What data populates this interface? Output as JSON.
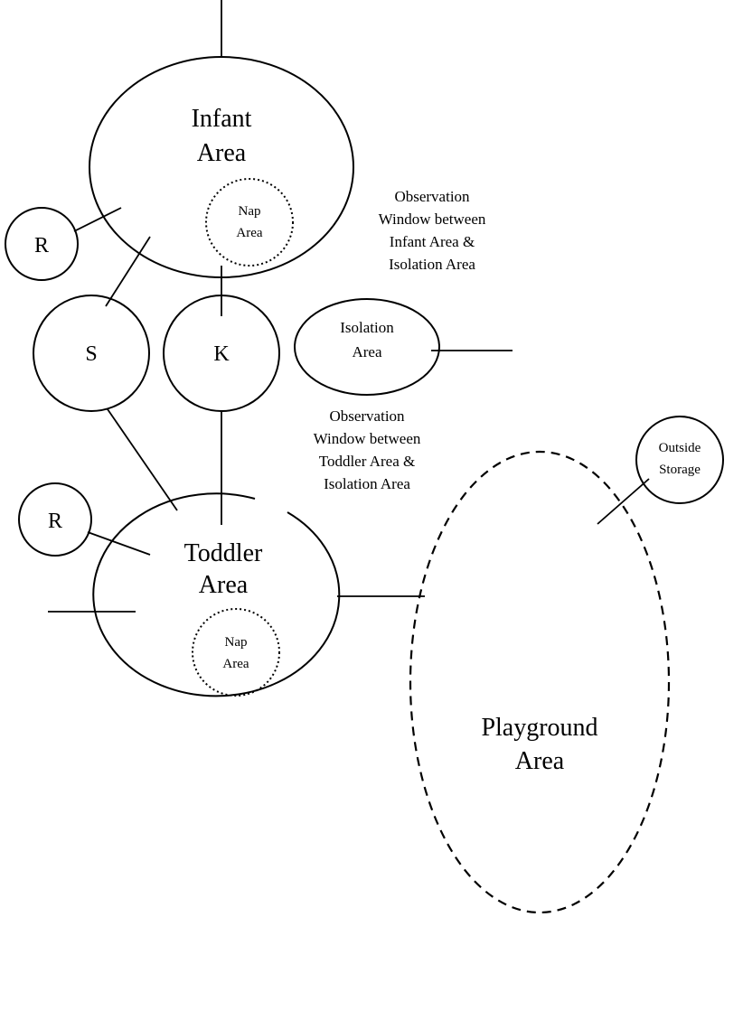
{
  "diagram": {
    "infant_area": {
      "line1": "Infant",
      "line2": "Area"
    },
    "infant_nap": {
      "line1": "Nap",
      "line2": "Area"
    },
    "restroom_top": "R",
    "storage": "S",
    "kitchen": "K",
    "observation_infant": {
      "line1": "Observation",
      "line2": "Window between",
      "line3": "Infant Area &",
      "line4": "Isolation Area"
    },
    "isolation_area": {
      "line1": "Isolation",
      "line2": "Area"
    },
    "observation_toddler": {
      "line1": "Observation",
      "line2": "Window between",
      "line3": "Toddler Area &",
      "line4": "Isolation Area"
    },
    "outside_storage": {
      "line1": "Outside",
      "line2": "Storage"
    },
    "restroom_bottom": "R",
    "toddler_area": {
      "line1": "Toddler",
      "line2": "Area"
    },
    "toddler_nap": {
      "line1": "Nap",
      "line2": "Area"
    },
    "playground_area": {
      "line1": "Playground",
      "line2": "Area"
    }
  }
}
